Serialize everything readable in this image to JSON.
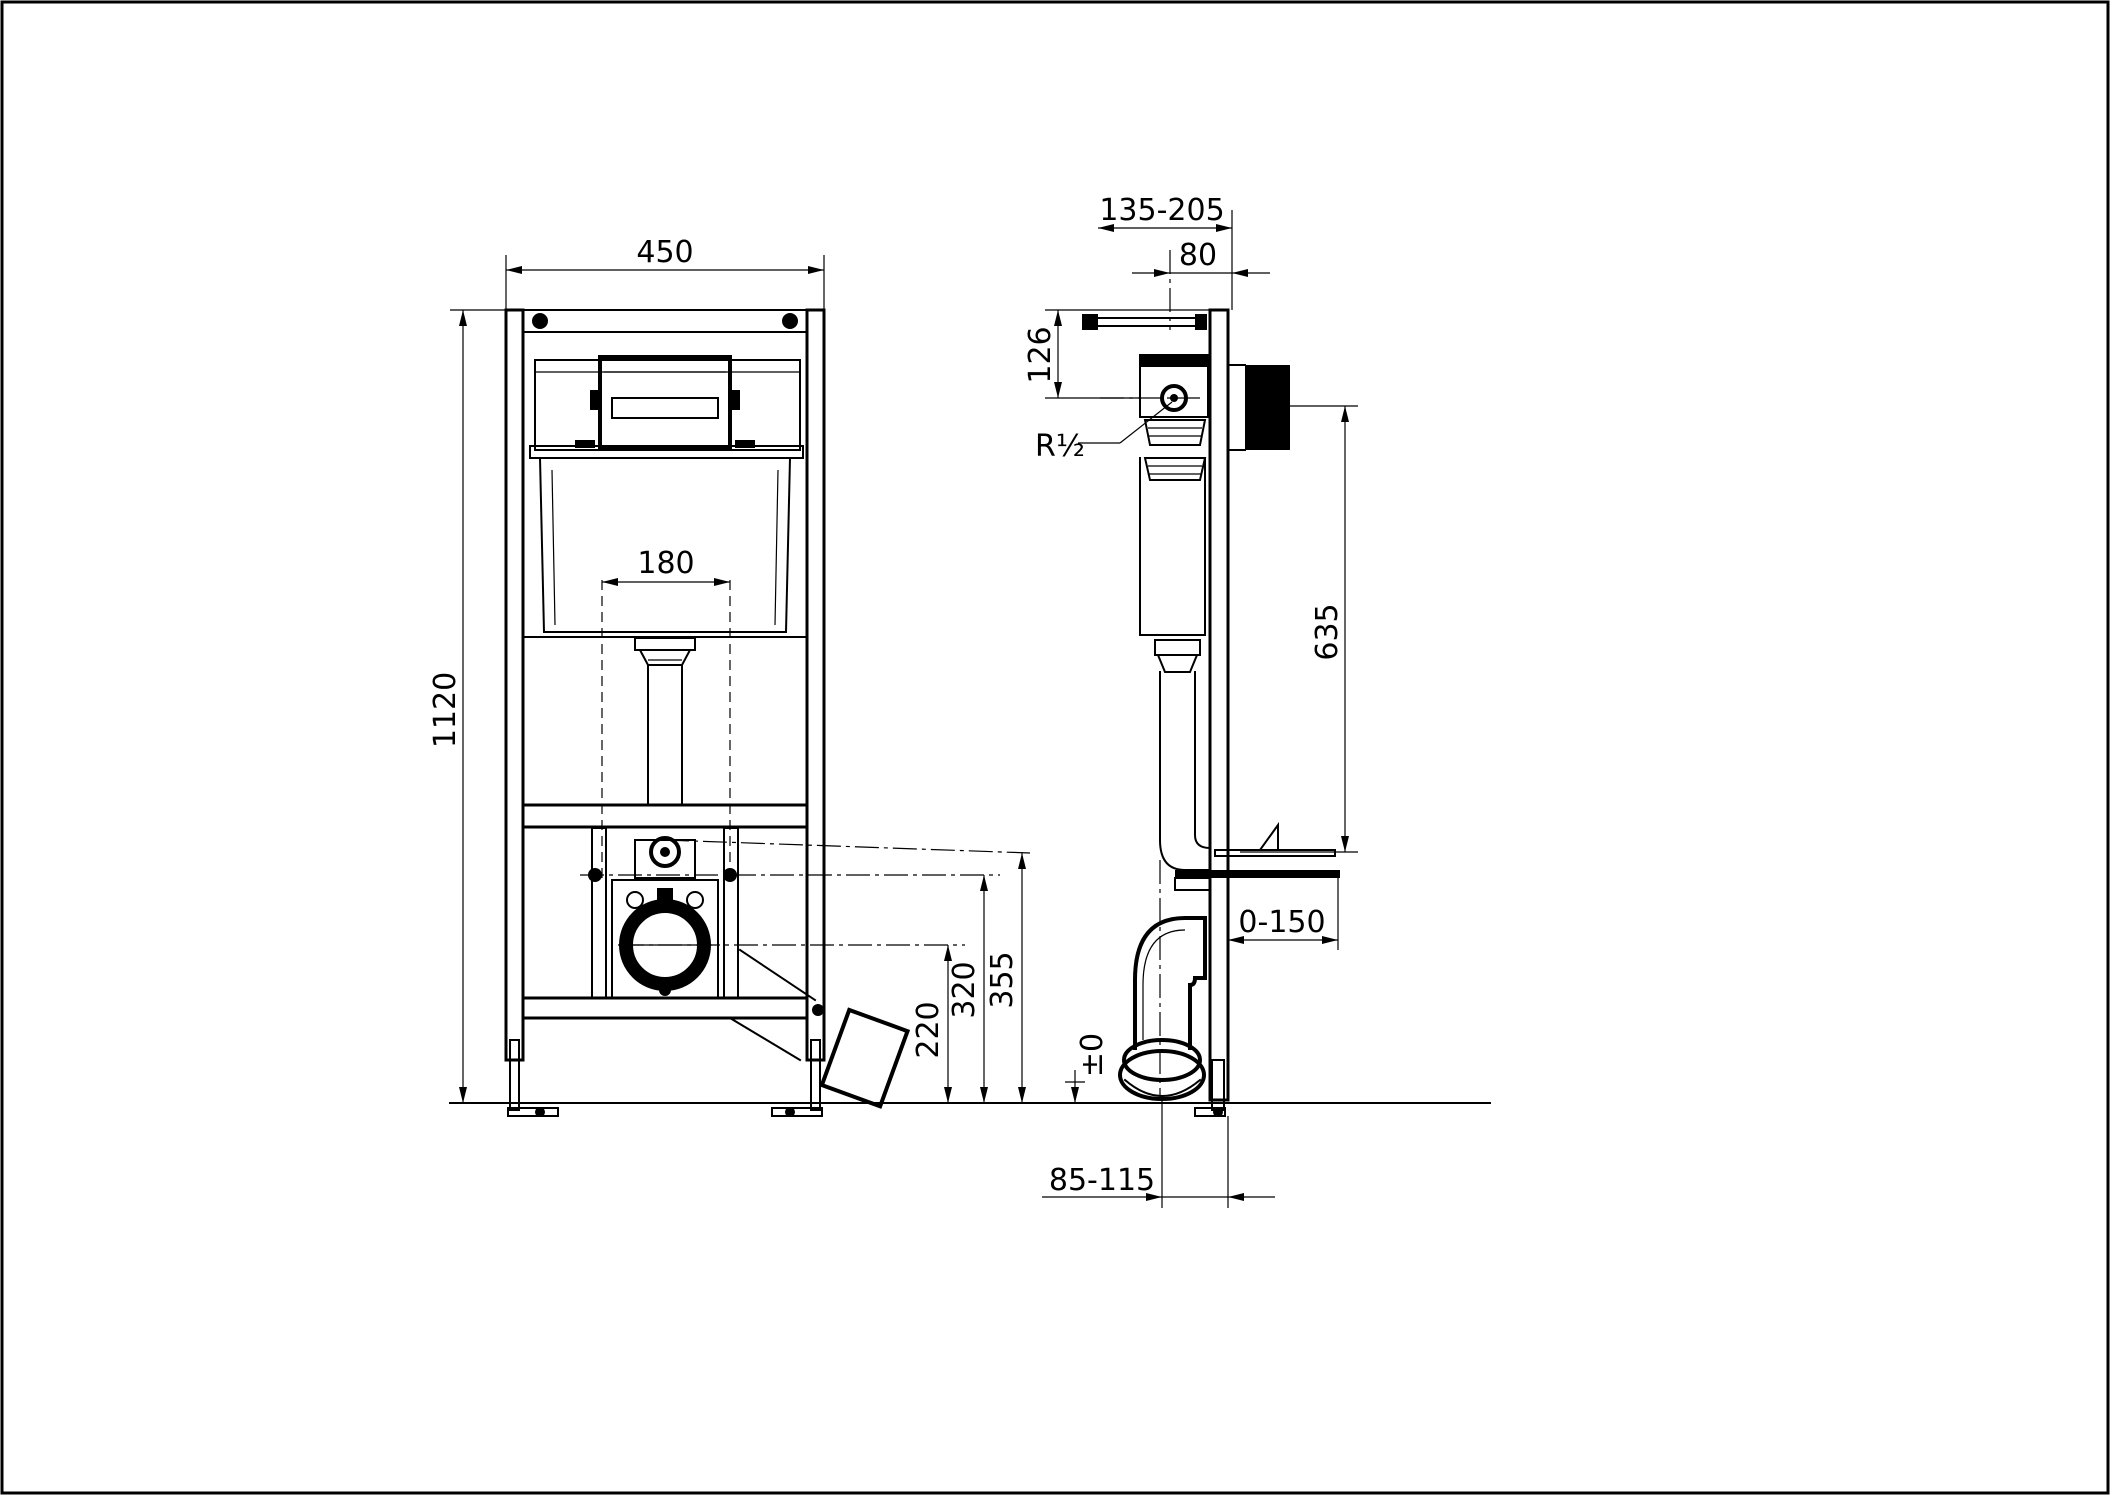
{
  "dimensions": {
    "frame_width": "450",
    "frame_height": "1120",
    "bolt_spacing": "180",
    "drain_height": "220",
    "inlet_height": "320",
    "connector_height": "355",
    "wall_depth": "135-205",
    "mount_offset": "80",
    "valve_drop": "126",
    "thread": "R½",
    "flush_height": "635",
    "projection": "0-150",
    "floor_level": "±0",
    "foot_depth": "85-115"
  }
}
